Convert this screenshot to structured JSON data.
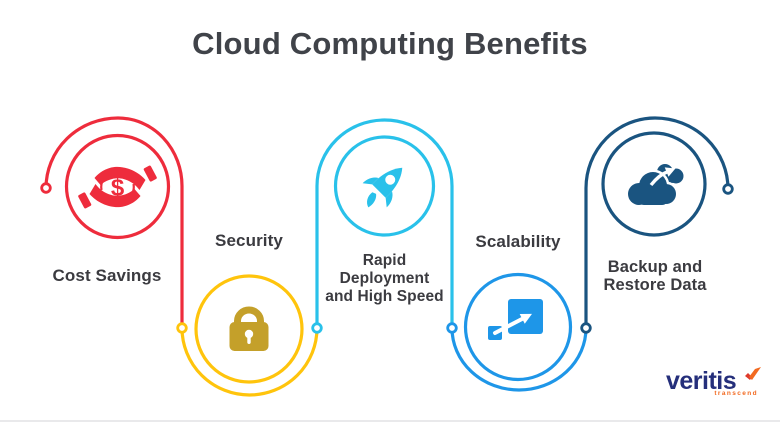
{
  "title": "Cloud Computing Benefits",
  "benefits": [
    {
      "label": "Cost Savings",
      "icon": "money-hands-icon",
      "color": "#EE2C3C",
      "icon_color": "#EE2C3C",
      "dollar_sign": "$"
    },
    {
      "label": "Security",
      "icon": "padlock-icon",
      "color": "#FFC40C",
      "icon_color": "#C4A02A"
    },
    {
      "label": "Rapid\nDeployment\nand High Speed",
      "icon": "rocket-icon",
      "color": "#29C1EA",
      "icon_color": "#29C1EA"
    },
    {
      "label": "Scalability",
      "icon": "expand-arrows-icon",
      "color": "#1E96E8",
      "icon_color": "#1E96E8"
    },
    {
      "label": "Backup and\nRestore Data",
      "icon": "cloud-backup-icon",
      "color": "#1A5480",
      "icon_color": "#1A5480"
    }
  ],
  "logo": {
    "brand": "veritis",
    "tagline": "transcend"
  },
  "colors": {
    "title": "#404349",
    "text": "#3B3B40",
    "brand_navy": "#252F7B",
    "brand_orange": "#F26A21",
    "brand_orange_dark": "#DE3A2C"
  }
}
